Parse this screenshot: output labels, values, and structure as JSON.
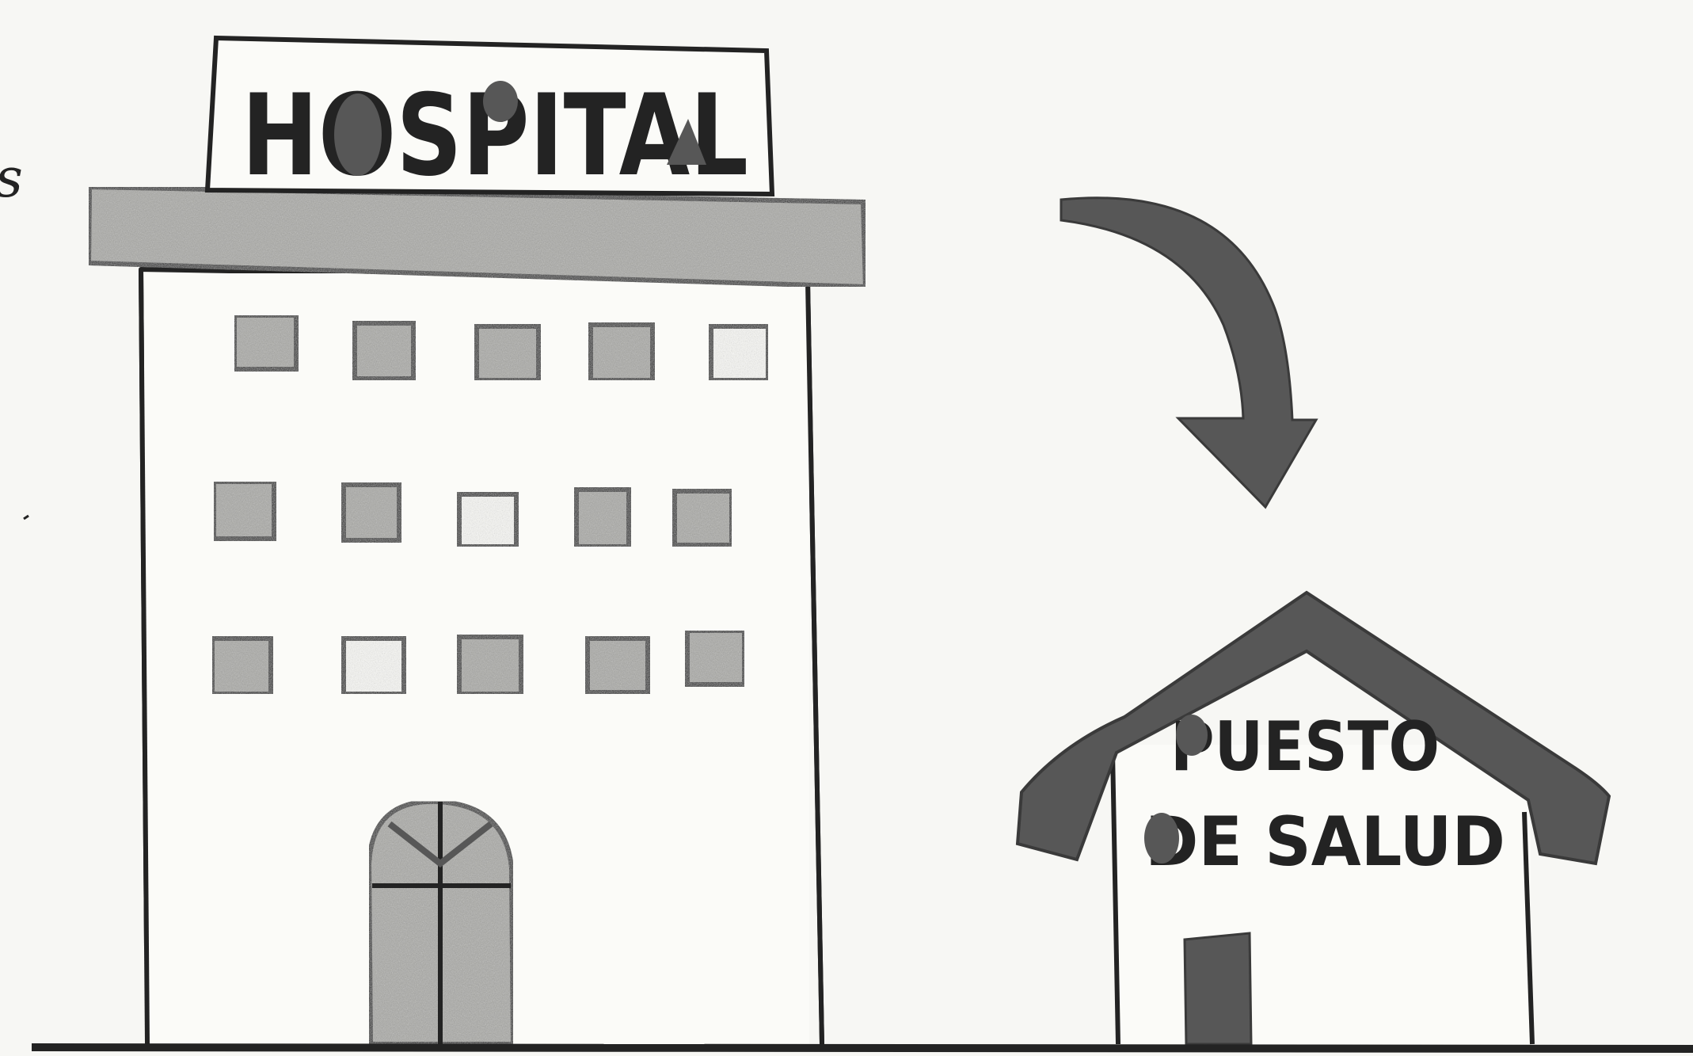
{
  "hospital": {
    "sign_text": "HOSPITAL"
  },
  "health_post": {
    "sign_line1": "PUESTO",
    "sign_line2": "DE SALUD"
  },
  "stray_mark": {
    "text": "s"
  },
  "colors": {
    "ink": "#232323",
    "fill_dark": "#575757",
    "fill_light": "#a9a9a5",
    "paper": "#f7f7f4"
  }
}
